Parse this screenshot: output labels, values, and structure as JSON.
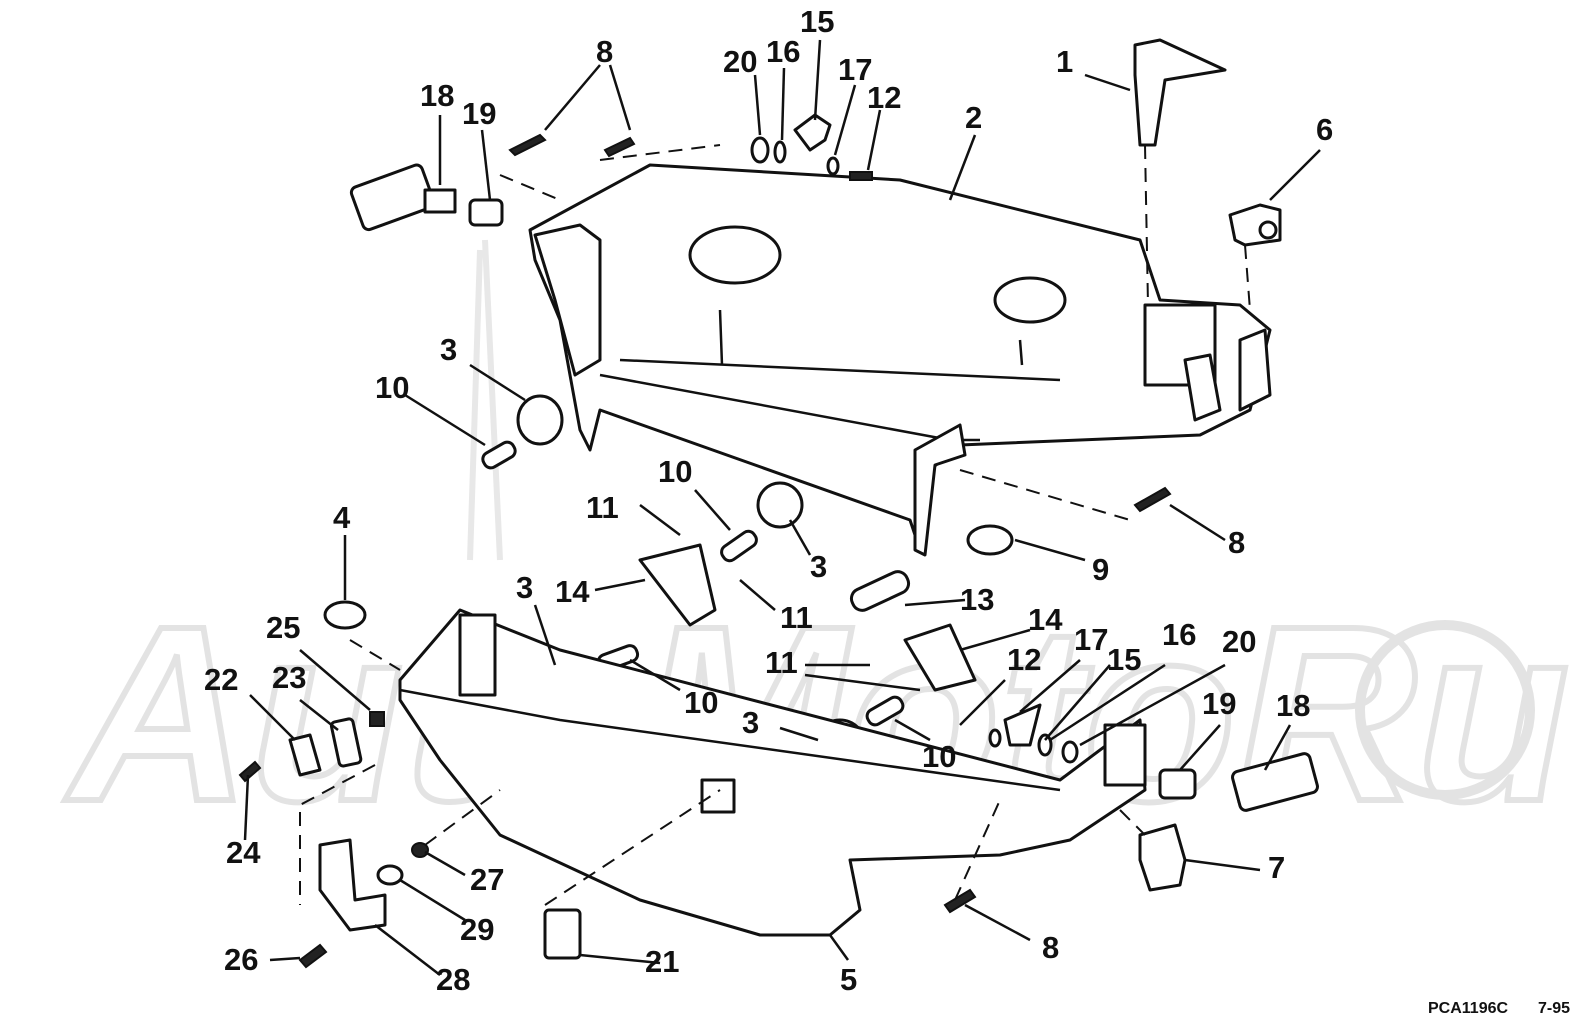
{
  "diagram": {
    "watermark": "AutoMotoRu",
    "footer_code": "PCA1196C",
    "footer_date": "7-95",
    "callouts": {
      "c1": "1",
      "c2": "2",
      "c3a": "3",
      "c3b": "3",
      "c3c": "3",
      "c3d": "3",
      "c4": "4",
      "c5": "5",
      "c6": "6",
      "c7": "7",
      "c8a": "8",
      "c8b": "8",
      "c8c": "8",
      "c9": "9",
      "c10a": "10",
      "c10b": "10",
      "c10c": "10",
      "c10d": "10",
      "c11a": "11",
      "c11b": "11",
      "c11c": "11",
      "c12a": "12",
      "c12b": "12",
      "c13": "13",
      "c14a": "14",
      "c14b": "14",
      "c15a": "15",
      "c15b": "15",
      "c16a": "16",
      "c16b": "16",
      "c17a": "17",
      "c17b": "17",
      "c18a": "18",
      "c18b": "18",
      "c19a": "19",
      "c19b": "19",
      "c20a": "20",
      "c20b": "20",
      "c21": "21",
      "c22": "22",
      "c23": "23",
      "c24": "24",
      "c25": "25",
      "c26": "26",
      "c27": "27",
      "c28": "28",
      "c29": "29"
    }
  }
}
